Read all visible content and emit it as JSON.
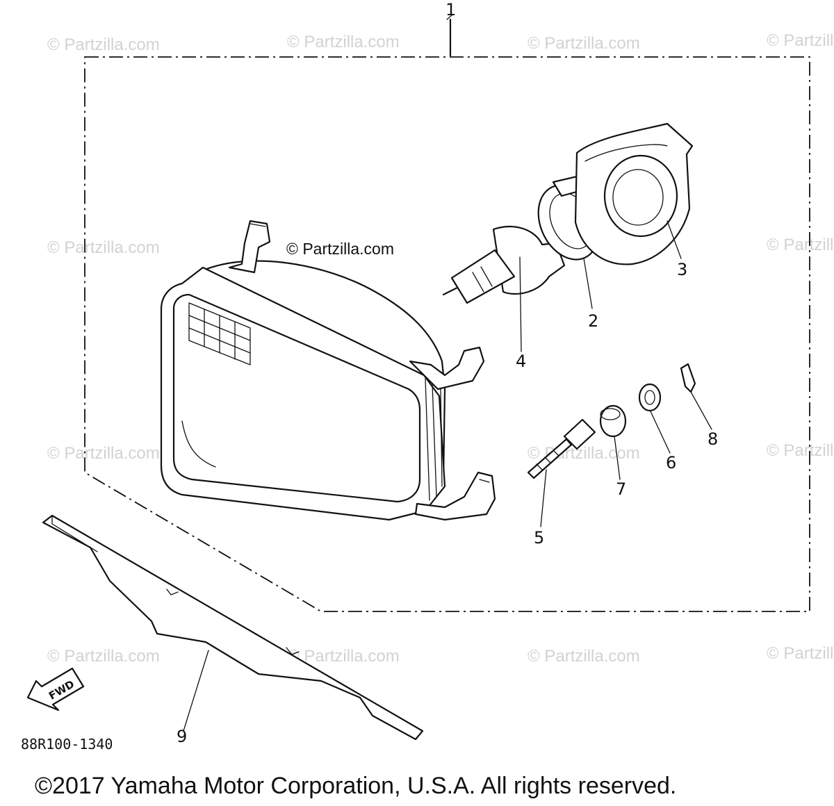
{
  "watermarks": {
    "row1": "© Partzilla.com",
    "center": "© Partzilla.com"
  },
  "callouts": {
    "assembly": "1",
    "socket": "2",
    "cover": "3",
    "bulb": "4",
    "screw": "5",
    "washer": "6",
    "collar": "7",
    "clip": "8",
    "bracket": "9"
  },
  "fwd_label": "FWD",
  "diagram_code": "88R100-1340",
  "copyright": "©2017  Yamaha Motor Corporation, U.S.A. All rights reserved."
}
